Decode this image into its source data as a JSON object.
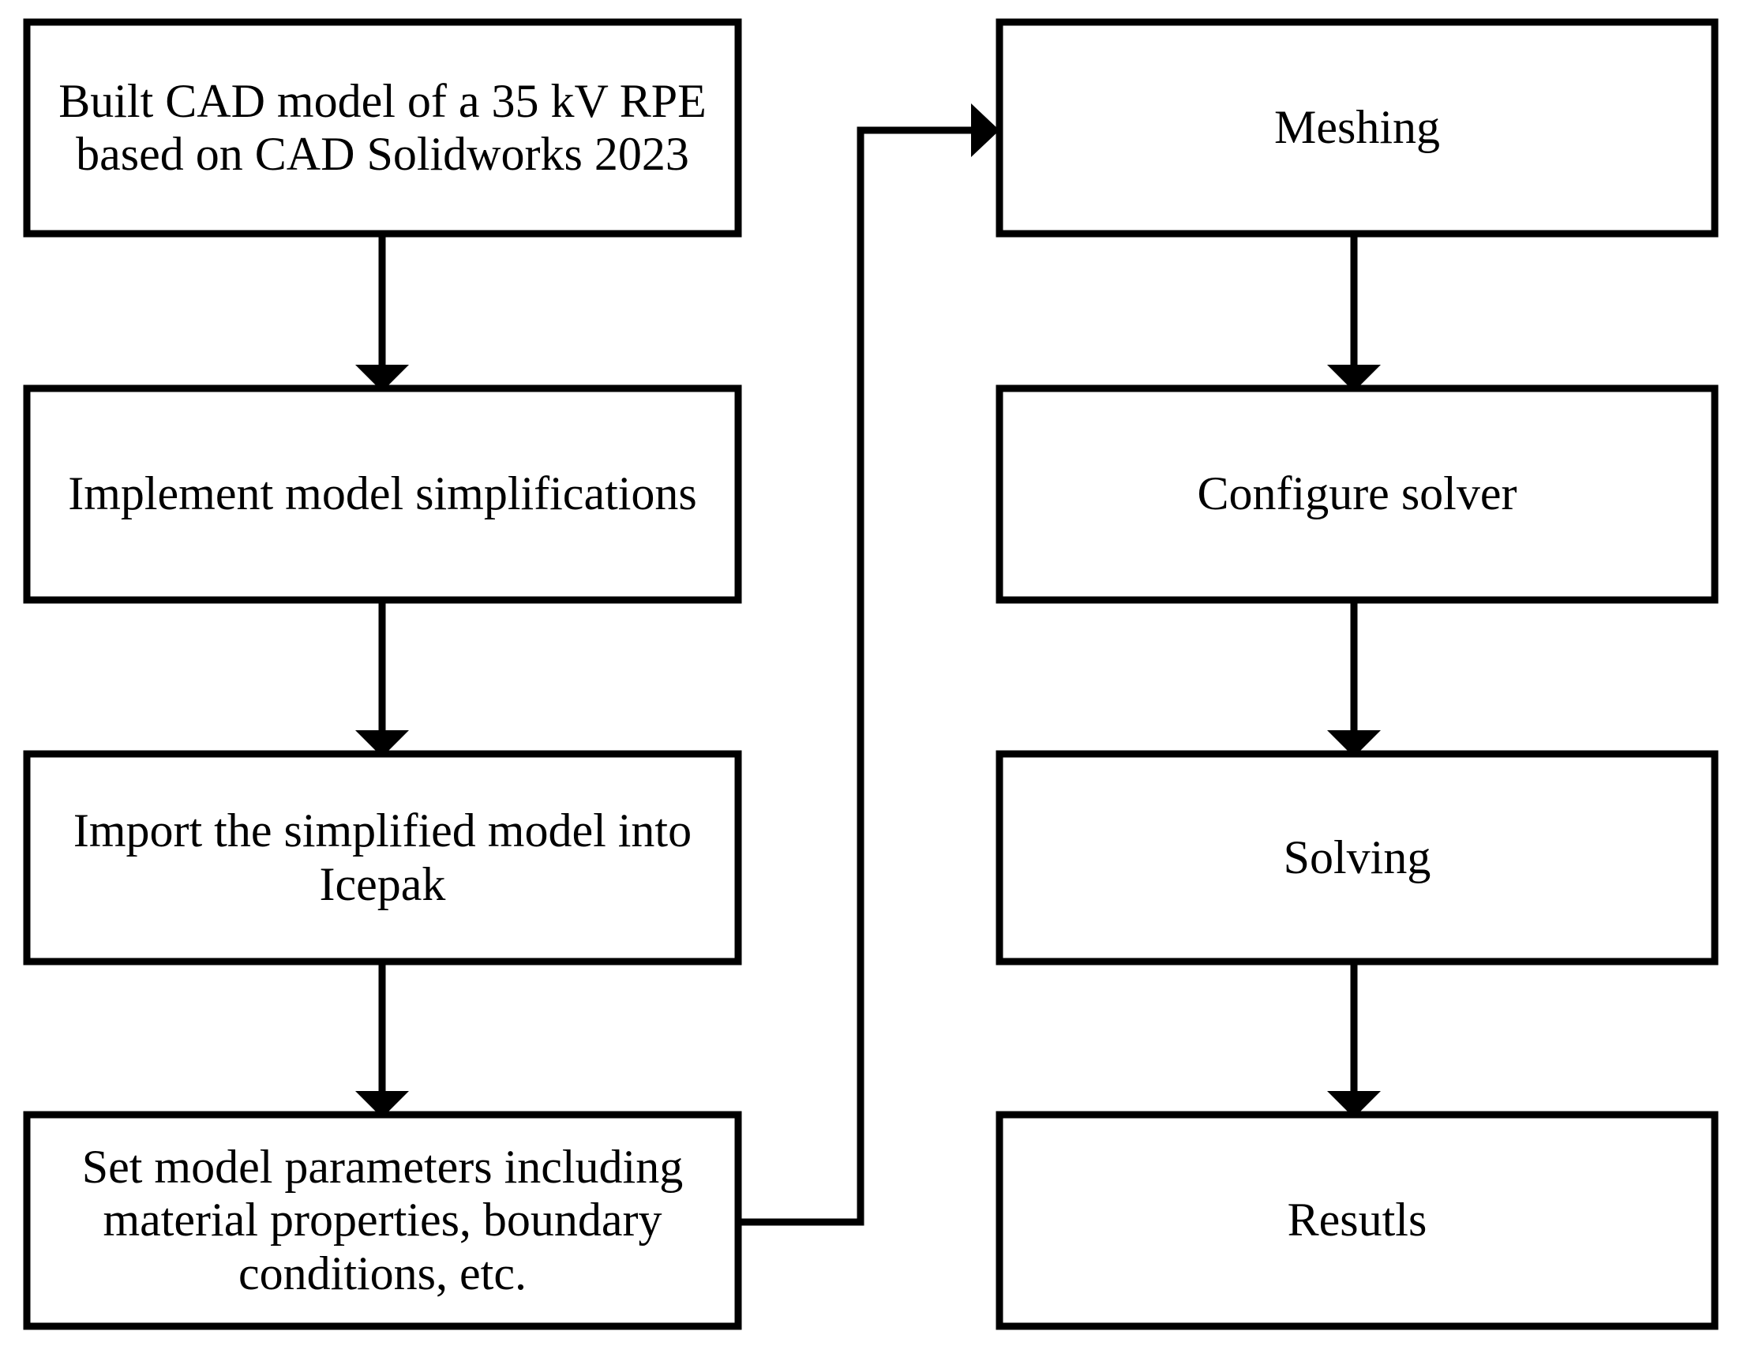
{
  "diagram": {
    "title": "CFD simulation workflow flowchart",
    "background_color": "#ffffff",
    "stroke_color": "#000000",
    "type": "flowchart",
    "nodes": [
      {
        "id": "cad-model",
        "label": "Built CAD model of a 35 kV RPE\nbased on CAD Solidworks 2023",
        "column": "left",
        "order": 1
      },
      {
        "id": "simplifications",
        "label": "Implement model simplifications",
        "column": "left",
        "order": 2
      },
      {
        "id": "import-icepak",
        "label": "Import the simplified model into\nIcepak",
        "column": "left",
        "order": 3
      },
      {
        "id": "set-parameters",
        "label": "Set model parameters including\nmaterial properties, boundary\nconditions, etc.",
        "column": "left",
        "order": 4
      },
      {
        "id": "meshing",
        "label": "Meshing",
        "column": "right",
        "order": 5
      },
      {
        "id": "configure-solver",
        "label": "Configure solver",
        "column": "right",
        "order": 6
      },
      {
        "id": "solving",
        "label": "Solving",
        "column": "right",
        "order": 7
      },
      {
        "id": "results",
        "label": "Resutls",
        "column": "right",
        "order": 8
      }
    ],
    "edges": [
      {
        "id": "e1",
        "from": "cad-model",
        "to": "simplifications",
        "style": "straight-down"
      },
      {
        "id": "e2",
        "from": "simplifications",
        "to": "import-icepak",
        "style": "straight-down"
      },
      {
        "id": "e3",
        "from": "import-icepak",
        "to": "set-parameters",
        "style": "straight-down"
      },
      {
        "id": "e4",
        "from": "set-parameters",
        "to": "meshing",
        "style": "elbow-right-up"
      },
      {
        "id": "e5",
        "from": "meshing",
        "to": "configure-solver",
        "style": "straight-down"
      },
      {
        "id": "e6",
        "from": "configure-solver",
        "to": "solving",
        "style": "straight-down"
      },
      {
        "id": "e7",
        "from": "solving",
        "to": "results",
        "style": "straight-down"
      }
    ]
  }
}
